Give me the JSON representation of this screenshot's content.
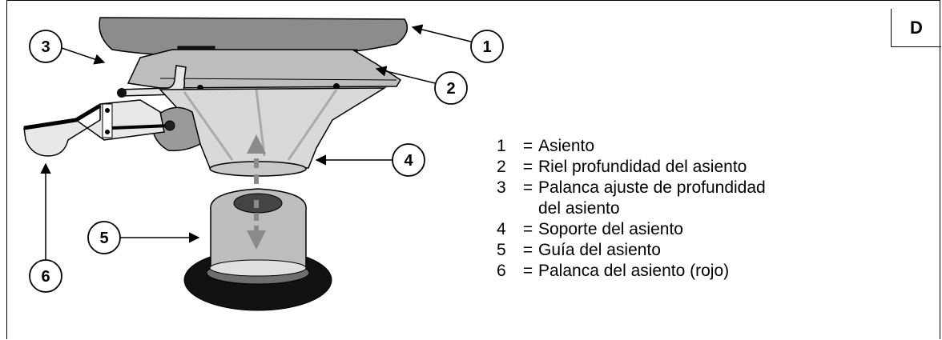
{
  "section_label": "D",
  "callouts": [
    "1",
    "2",
    "3",
    "4",
    "5",
    "6"
  ],
  "legend": [
    {
      "num": "1",
      "eq": "=",
      "text": "Asiento"
    },
    {
      "num": "2",
      "eq": "=",
      "text": "Riel profundidad del asiento"
    },
    {
      "num": "3",
      "eq": "=",
      "text": "Palanca ajuste de profundidad del asiento"
    },
    {
      "num": "4",
      "eq": "=",
      "text": "Soporte del asiento"
    },
    {
      "num": "5",
      "eq": "=",
      "text": "Guía del asiento"
    },
    {
      "num": "6",
      "eq": "=",
      "text": "Palanca del asiento (rojo)"
    }
  ]
}
